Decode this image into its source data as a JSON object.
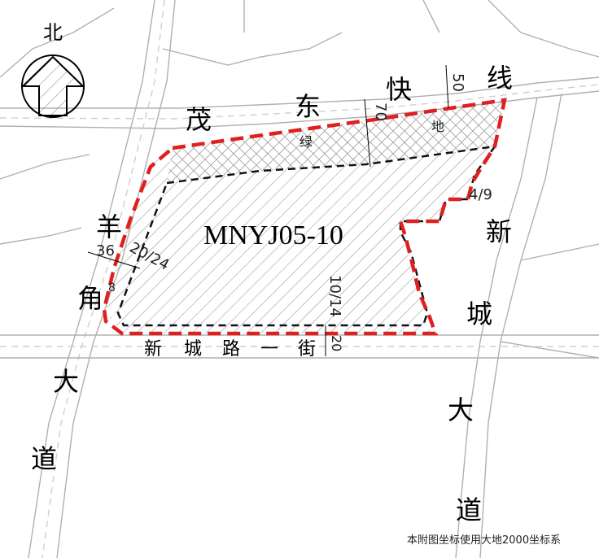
{
  "north_label": "北",
  "roads": {
    "north": [
      "茂",
      "东",
      "快",
      "线"
    ],
    "west": [
      "羊",
      "角"
    ],
    "west_lower": [
      "大",
      "道"
    ],
    "east": [
      "新",
      "城"
    ],
    "east_lower": [
      "大",
      "道"
    ],
    "south": [
      "新",
      "城",
      "路",
      "一",
      "街"
    ]
  },
  "parcel": {
    "code": "MNYJ05-10",
    "green_label": [
      "绿",
      "地"
    ]
  },
  "dimensions": {
    "north_setback": "70",
    "north_road_width": "50",
    "west_road_width": "36",
    "west_setback": "20/24",
    "west_setback_small": "8",
    "east_setback": "4/9",
    "south_setback": "10/14",
    "south_road_width": "20"
  },
  "footer_note": "本附图坐标使用大地2000坐标系",
  "colors": {
    "road_line": "#b0b0b0",
    "boundary_red": "#e02020",
    "inner_black": "#111111",
    "hatch": "#8a8a8a"
  }
}
